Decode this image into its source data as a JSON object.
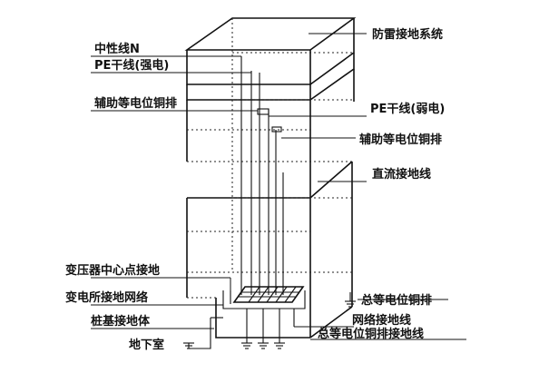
{
  "labels": {
    "lightning_system": "防雷接地系统",
    "neutral_line": "中性线N",
    "pe_trunk_strong": "PE干线(强电)",
    "aux_busbar_left": "辅助等电位铜排",
    "pe_trunk_weak": "PE干线(弱电)",
    "aux_busbar_right": "辅助等电位铜排",
    "dc_ground": "直流接地线",
    "transformer_neutral": "变压器中心点接地",
    "substation_grid": "变电所接地网络",
    "main_busbar": "总等电位铜排",
    "pile_ground": "桩基接地体",
    "network_ground": "网络接地线",
    "basement": "地下室",
    "main_busbar_ground": "总等电位铜排接地线"
  }
}
